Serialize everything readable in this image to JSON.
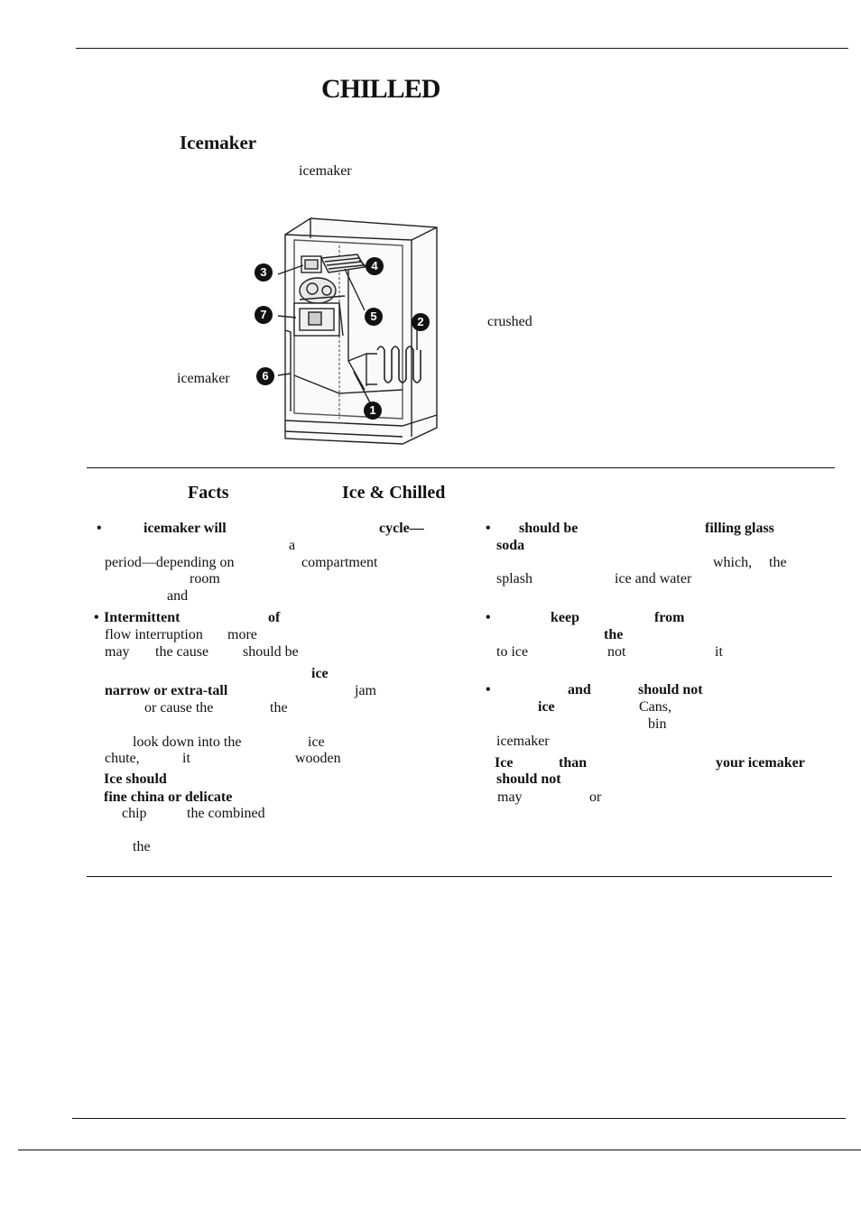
{
  "header": {
    "title": "CHILLED",
    "section_heading": "Icemaker",
    "intro_word": "icemaker"
  },
  "diagram": {
    "callouts": [
      "3",
      "4",
      "7",
      "5",
      "2",
      "6",
      "1"
    ],
    "label_left": "icemaker",
    "label_right": "crushed"
  },
  "facts": {
    "heading_left": "Facts",
    "heading_right": "Ice & Chilled",
    "left_column": [
      {
        "bullet": "•",
        "parts": [
          "icemaker will",
          "cycle—"
        ]
      },
      {
        "parts": [
          "a"
        ]
      },
      {
        "parts": [
          "period—depending on",
          "compartment"
        ]
      },
      {
        "parts": [
          "room"
        ]
      },
      {
        "parts": [
          "and"
        ]
      },
      {
        "bullet": "•",
        "parts": [
          "Intermittent",
          "of"
        ]
      },
      {
        "parts": [
          "flow interruption",
          "more"
        ]
      },
      {
        "parts": [
          "may",
          "the cause",
          "should be"
        ]
      },
      {
        "parts": [
          "ice"
        ]
      },
      {
        "parts": [
          "narrow or extra-tall",
          "jam"
        ]
      },
      {
        "parts": [
          "or cause the",
          "the"
        ]
      },
      {
        "parts": [
          "look down into the",
          "ice"
        ]
      },
      {
        "parts": [
          "chute,",
          "it",
          "wooden"
        ]
      },
      {
        "parts": [
          "Ice should"
        ]
      },
      {
        "parts": [
          "fine china or delicate"
        ]
      },
      {
        "parts": [
          "chip",
          "the combined"
        ]
      },
      {
        "parts": [
          "the"
        ]
      }
    ],
    "right_column": [
      {
        "bullet": "•",
        "parts": [
          "should be",
          "filling glass"
        ]
      },
      {
        "parts": [
          "soda"
        ]
      },
      {
        "parts": [
          "which,",
          "the"
        ]
      },
      {
        "parts": [
          "splash",
          "ice and water"
        ]
      },
      {
        "bullet": "•",
        "parts": [
          "keep",
          "from"
        ]
      },
      {
        "parts": [
          "the"
        ]
      },
      {
        "parts": [
          "to ice",
          "not",
          "it"
        ]
      },
      {
        "bullet": "•",
        "parts": [
          "and",
          "should not"
        ]
      },
      {
        "parts": [
          "ice",
          "Cans,"
        ]
      },
      {
        "parts": [
          "bin"
        ]
      },
      {
        "parts": [
          "icemaker"
        ]
      },
      {
        "parts": [
          "Ice",
          "than",
          "your icemaker"
        ]
      },
      {
        "parts": [
          "should not"
        ]
      },
      {
        "parts": [
          "may",
          "or"
        ]
      }
    ]
  }
}
